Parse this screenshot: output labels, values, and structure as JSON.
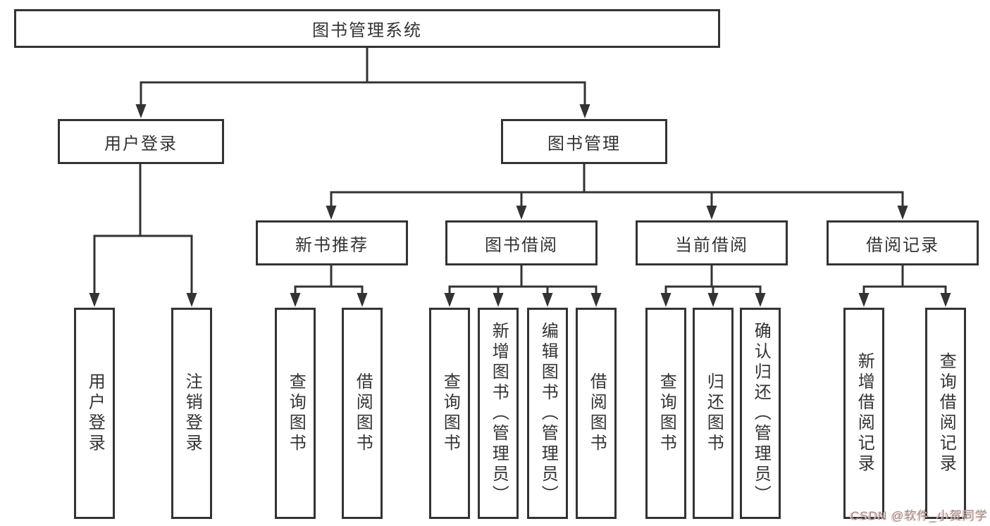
{
  "nodes": {
    "root": {
      "label": "图书管理系统"
    },
    "user_login": {
      "label": "用户登录"
    },
    "book_management": {
      "label": "图书管理"
    },
    "new_book_recommend": {
      "label": "新书推荐"
    },
    "book_borrow": {
      "label": "图书借阅"
    },
    "current_borrow": {
      "label": "当前借阅"
    },
    "borrow_record": {
      "label": "借阅记录"
    },
    "leaves": {
      "user_login": "用户登录",
      "logout": "注销登录",
      "rec_query_book": "查询图书",
      "rec_borrow_book": "借阅图书",
      "bb_query_book": "查询图书",
      "bb_add_book_admin": "新增图书（管理员）",
      "bb_edit_book_admin": "编辑图书（管理员）",
      "bb_borrow_book": "借阅图书",
      "cb_query_book": "查询图书",
      "cb_return_book": "归还图书",
      "cb_confirm_return_admin": "确认归还（管理员）",
      "br_add_record": "新增借阅记录",
      "br_query_record": "查询借阅记录"
    }
  },
  "watermark": {
    "text": "CSDN @软件_小贺同学"
  },
  "colors": {
    "line": "#333333",
    "box_border": "#333333",
    "text": "#333333",
    "background": "#ffffff",
    "watermark_text": "#8f8f8f",
    "watermark_shadow": "#f8c3b8"
  }
}
